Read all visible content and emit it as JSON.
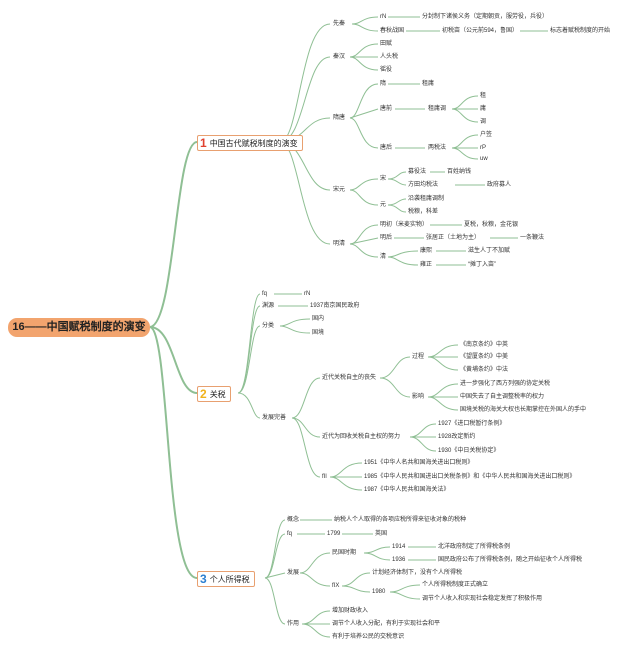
{
  "root": {
    "label": "16——中国赋税制度的演变"
  },
  "colors": {
    "root_fill": "#f2a46e",
    "line": "#8fbf94",
    "branch_border": "#e8a070",
    "num1": "#e0412f",
    "num2": "#f0b21c",
    "num3": "#2b7fd1"
  },
  "branches": [
    {
      "num": "1",
      "label": "中国古代赋税制度的演变"
    },
    {
      "num": "2",
      "label": "关税"
    },
    {
      "num": "3",
      "label": "个人所得税"
    }
  ],
  "b1": {
    "xianqin": "先秦",
    "xianqin_a": "rN",
    "xianqin_a_t": "分封制下诸侯义务（定期朝贡，服劳役，兵役）",
    "chunqiu": "春秋战国",
    "chunqiu_a": "初税亩（公元前594，鲁国）",
    "chunqiu_b": "标志着赋税制度的开始",
    "qinhan": "秦汉",
    "tianfu": "田赋",
    "rentou": "人头税",
    "yaoyi": "徭役",
    "suitang": "隋唐",
    "sui": "隋",
    "sui_a": "租庸",
    "tangqian": "唐前",
    "zuyongdiao": "租庸调",
    "zu": "租",
    "yong": "庸",
    "diao": "调",
    "tanghou": "唐后",
    "liangshuifa": "两税法",
    "huding": "户签",
    "rp": "rP",
    "uw": "uw",
    "songyuan": "宋元",
    "song": "宋",
    "muyifa": "募役法",
    "muyifa_a": "百姓纳钱",
    "fangtian": "方田均税法",
    "fangtian_a": "政府募人",
    "yuan": "元",
    "yuan_a": "沿袭租庸调制",
    "yuan_b": "税粮，科差",
    "mingqing": "明清",
    "mingchu": "明初（米麦实物）",
    "mingchu_a": "夏税，秋粮，金花银",
    "minghou": "明后",
    "minghou_a": "张居正（土地为主）",
    "minghou_b": "一条鞭法",
    "qing": "清",
    "kangxi": "康熙",
    "kangxi_a": "滋生人丁不加赋",
    "yongzheng": "雍正",
    "yongzheng_a": "“摊丁入亩”"
  },
  "b2": {
    "fq": "fq",
    "fq_a": "rN",
    "lianyuan": "渊源",
    "lianyuan_a": "1937南京国民政府",
    "fenlei": "分类",
    "guonei": "国内",
    "guoji": "国境",
    "fazhan": "发展完善",
    "sangshi": "近代关税自主的丧失",
    "guocheng": "过程",
    "nanjing": "《南京条约》中英",
    "wangxia": "《望厦条约》中美",
    "huangpu": "《黄埔条约》中法",
    "yingxiang": "影响",
    "yx1": "进一步强化了西方列强的协定关税",
    "yx2": "中国失去了自主调整税率的权力",
    "yx3": "国境关税的海关大权也长期掌控在外国人的手中",
    "shouhui": "近代为回收关税自主权的努力",
    "s1927": "1927《进口税暂行条例》",
    "s1928": "1928改定新约",
    "s1930": "1930《中日关税协定》",
    "fa": "fIl",
    "f1951": "1951《中华人名共和国海关进出口税则》",
    "f1985": "1985《中华人民共和国进出口关税条例》和《中华人民共和国海关进出口税则》",
    "f1987": "1987《中华人民共和国海关法》"
  },
  "b3": {
    "gainian": "概念",
    "gainian_a": "纳税人个人取得的各项应税所得来征收对象的税种",
    "fq": "fq",
    "fq_a": "1799",
    "fq_b": "英国",
    "fazhan": "发展",
    "minguo": "民国时期",
    "m1914": "1914",
    "m1914_a": "北洋政府制定了所得税条例",
    "m1936": "1936",
    "m1936_a": "国民政府公布了所得税条例，随之开始征收个人所得税",
    "fix": "fIX",
    "jihua": "计划经济体制下，没有个人所得税",
    "y1980": "1980",
    "y1980_a": "个人所得税制度正式确立",
    "y1980_b": "调节个人收入和实现社会稳定发挥了积极作用",
    "zuoyong": "作用",
    "zy1": "增加财政收入",
    "zy2": "调节个人收入分配，有利于实现社会和平",
    "zy3": "有利于培养公民的交税意识"
  }
}
